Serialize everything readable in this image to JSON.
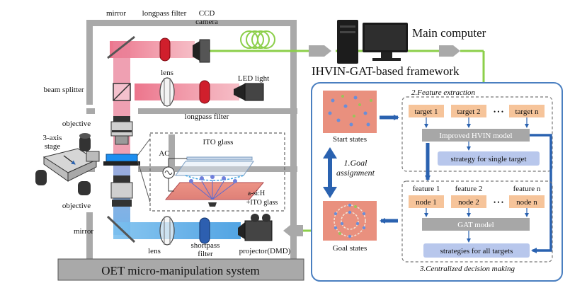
{
  "labels": {
    "mirror_top": "mirror",
    "longpass_top": "longpass filter",
    "ccd_line1": "CCD",
    "ccd_line2": "camera",
    "main_computer": "Main computer",
    "framework": "IHVIN-GAT-based framework",
    "lens_top": "lens",
    "beam_splitter": "beam splitter",
    "led_light": "LED light",
    "longpass_mid": "longpass filter",
    "objective_top": "objective",
    "stage_line1": "3-axis",
    "stage_line2": "stage",
    "ito_glass": "ITO glass",
    "ac": "AC",
    "asi_line1": "a-si:H",
    "asi_line2": "+ITO glass",
    "objective_bottom": "objective",
    "mirror_bottom": "mirror",
    "lens_bottom": "lens",
    "shortpass_line1": "shortpass",
    "shortpass_line2": "filter",
    "projector": "projector(DMD)",
    "oet_system": "OET micro-manipulation system"
  },
  "framework": {
    "start_states": "Start states",
    "goal_states": "Goal states",
    "goal_assignment_line1": "1.Goal",
    "goal_assignment_line2": "assignment",
    "feature_extraction_title": "2.Feature extraction",
    "targets": [
      "target 1",
      "target 2",
      "target n"
    ],
    "ellipsis": "• • •",
    "improved_hvin": "Improved HVIN model",
    "strategy_single": "strategy for single target",
    "features": [
      "feature 1",
      "feature 2",
      "feature n"
    ],
    "nodes": [
      "node 1",
      "node 2",
      "node n"
    ],
    "gat_model": "GAT model",
    "strategies_all": "strategies for all targets",
    "centralized_title": "3.Centralized decision making"
  },
  "colors": {
    "frame_gray": "#a9a9a9",
    "red_beam": "#ec7a8c",
    "blue_beam": "#6cb5ea",
    "green_line": "#8ccf4a",
    "framework_border": "#4a7fc0",
    "arrow_blue": "#2a62b0",
    "box_peach": "#f6c49a",
    "box_gray": "#a7a7a7",
    "box_blue": "#b8c7ec"
  }
}
